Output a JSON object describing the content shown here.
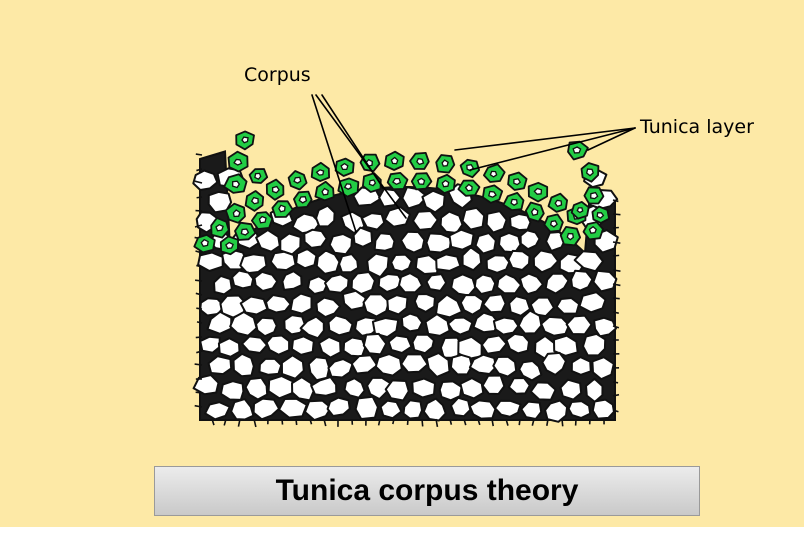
{
  "labels": {
    "corpus": "Corpus",
    "tunica": "Tunica layer"
  },
  "title": "Tunica corpus theory",
  "colors": {
    "background": "#fde9a6",
    "tunica_cells": "#22cc44",
    "corpus_cells": "#ffffff",
    "cell_walls": "#111111"
  }
}
